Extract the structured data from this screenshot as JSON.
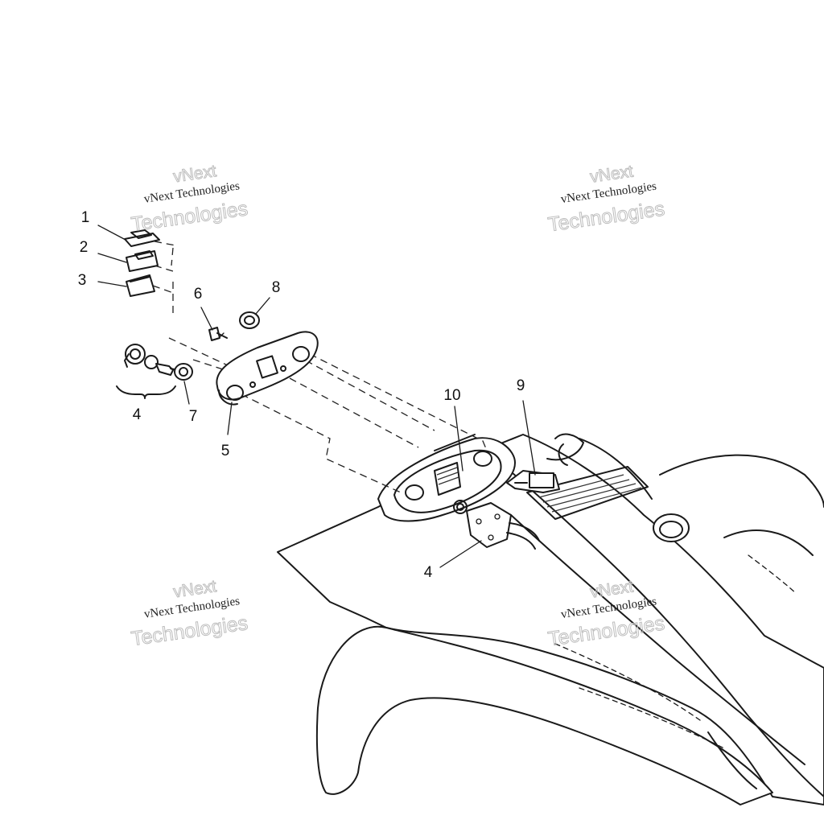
{
  "callouts": [
    {
      "id": "c1",
      "label": "1"
    },
    {
      "id": "c2",
      "label": "2"
    },
    {
      "id": "c3",
      "label": "3"
    },
    {
      "id": "c4a",
      "label": "4"
    },
    {
      "id": "c4b",
      "label": "4"
    },
    {
      "id": "c5",
      "label": "5"
    },
    {
      "id": "c6",
      "label": "6"
    },
    {
      "id": "c7",
      "label": "7"
    },
    {
      "id": "c8",
      "label": "8"
    },
    {
      "id": "c9",
      "label": "9"
    },
    {
      "id": "c10",
      "label": "10"
    }
  ],
  "watermark": {
    "line1": "vNext",
    "line2": "vNext Technologies",
    "line3": "Technologies"
  }
}
